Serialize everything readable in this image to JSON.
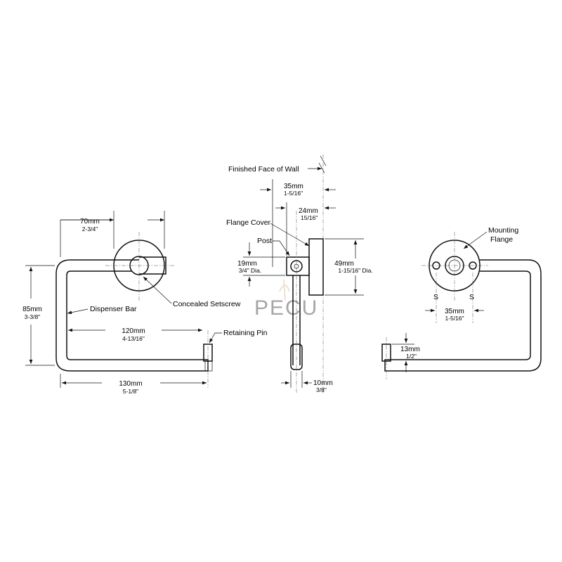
{
  "labels": {
    "finished_face_of_wall": "Finished Face of Wall",
    "flange_cover": "Flange Cover",
    "post": "Post",
    "mounting_flange_1": "Mounting",
    "mounting_flange_2": "Flange",
    "dispenser_bar": "Dispenser Bar",
    "concealed_setscrew": "Concealed Setscrew",
    "retaining_pin": "Retaining Pin",
    "setscrew_left": "S",
    "setscrew_right": "S"
  },
  "dimensions": {
    "flange_width": {
      "mm": "70mm",
      "in": "2-3/4\""
    },
    "overall_height": {
      "mm": "85mm",
      "in": "3-3/8\""
    },
    "inner_length": {
      "mm": "120mm",
      "in": "4-13/16\""
    },
    "overall_length": {
      "mm": "130mm",
      "in": "5-1/8\""
    },
    "projection": {
      "mm": "35mm",
      "in": "1-5/16\""
    },
    "bar_offset": {
      "mm": "24mm",
      "in": "15/16\""
    },
    "post_dia": {
      "mm": "19mm",
      "in": "3/4\" Dia."
    },
    "flange_dia": {
      "mm": "49mm",
      "in": "1-15/16\" Dia."
    },
    "bar_dia": {
      "mm": "10mm",
      "in": "3/8\""
    },
    "screw_spacing": {
      "mm": "35mm",
      "in": "1-5/16\""
    },
    "pin_height": {
      "mm": "13mm",
      "in": "1/2\""
    }
  },
  "watermark": {
    "main": "PECU"
  }
}
